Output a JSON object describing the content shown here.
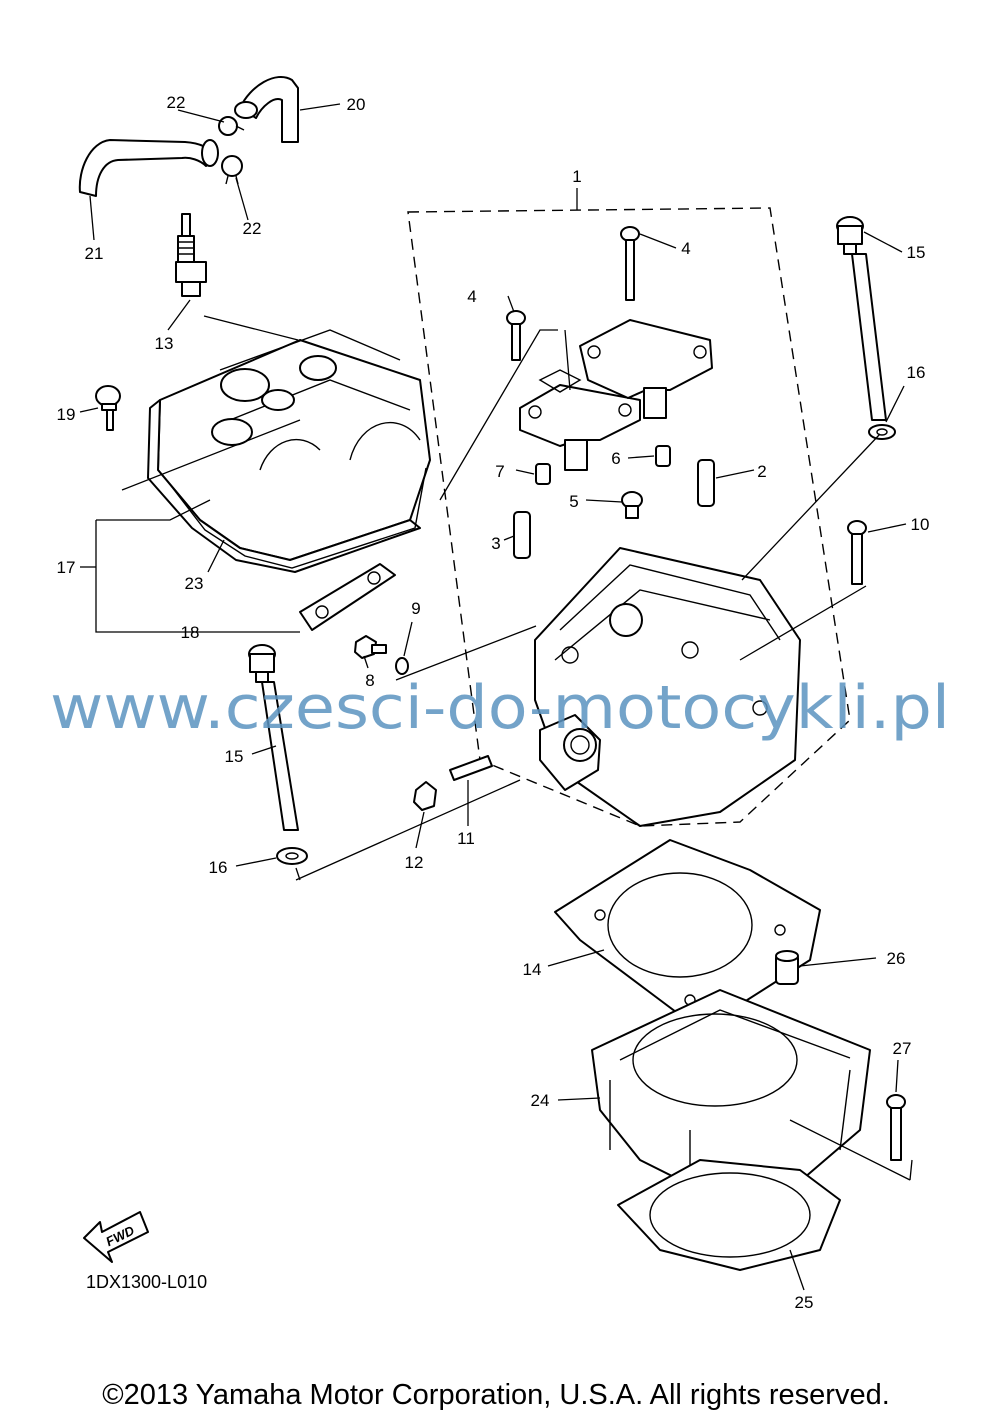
{
  "labels": {
    "l1": "1",
    "l2": "2",
    "l3": "3",
    "l4a": "4",
    "l4b": "4",
    "l5": "5",
    "l6": "6",
    "l7": "7",
    "l8": "8",
    "l9": "9",
    "l10": "10",
    "l11": "11",
    "l12": "12",
    "l13": "13",
    "l14": "14",
    "l15a": "15",
    "l15b": "15",
    "l16a": "16",
    "l16b": "16",
    "l17": "17",
    "l18": "18",
    "l19": "19",
    "l20": "20",
    "l21": "21",
    "l22a": "22",
    "l22b": "22",
    "l23": "23",
    "l24": "24",
    "l25": "25",
    "l26": "26",
    "l27": "27"
  },
  "fwd_label": "FWD",
  "diagram_code": "1DX1300-L010",
  "watermark": "www.czesci-do-motocykli.pl",
  "copyright": "©2013 Yamaha Motor Corporation, U.S.A. All rights reserved."
}
